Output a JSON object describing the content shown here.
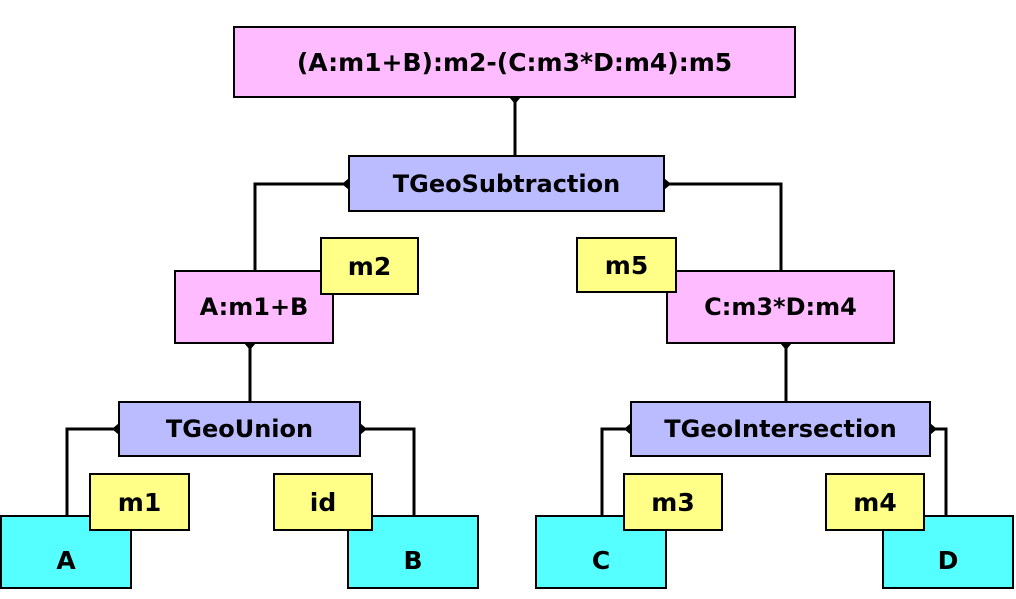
{
  "colors": {
    "composite": "#ffbbff",
    "operation": "#bbbbff",
    "matrix": "#ffff88",
    "shape": "#55ffff"
  },
  "nodes": {
    "root": "(A:m1+B):m2-(C:m3*D:m4):m5",
    "subtraction": "TGeoSubtraction",
    "left_composite": "A:m1+B",
    "right_composite": "C:m3*D:m4",
    "union": "TGeoUnion",
    "intersection": "TGeoIntersection"
  },
  "matrices": {
    "m2": "m2",
    "m5": "m5",
    "m1": "m1",
    "id": "id",
    "m3": "m3",
    "m4": "m4"
  },
  "shapes": {
    "a": "A",
    "b": "B",
    "c": "C",
    "d": "D"
  }
}
